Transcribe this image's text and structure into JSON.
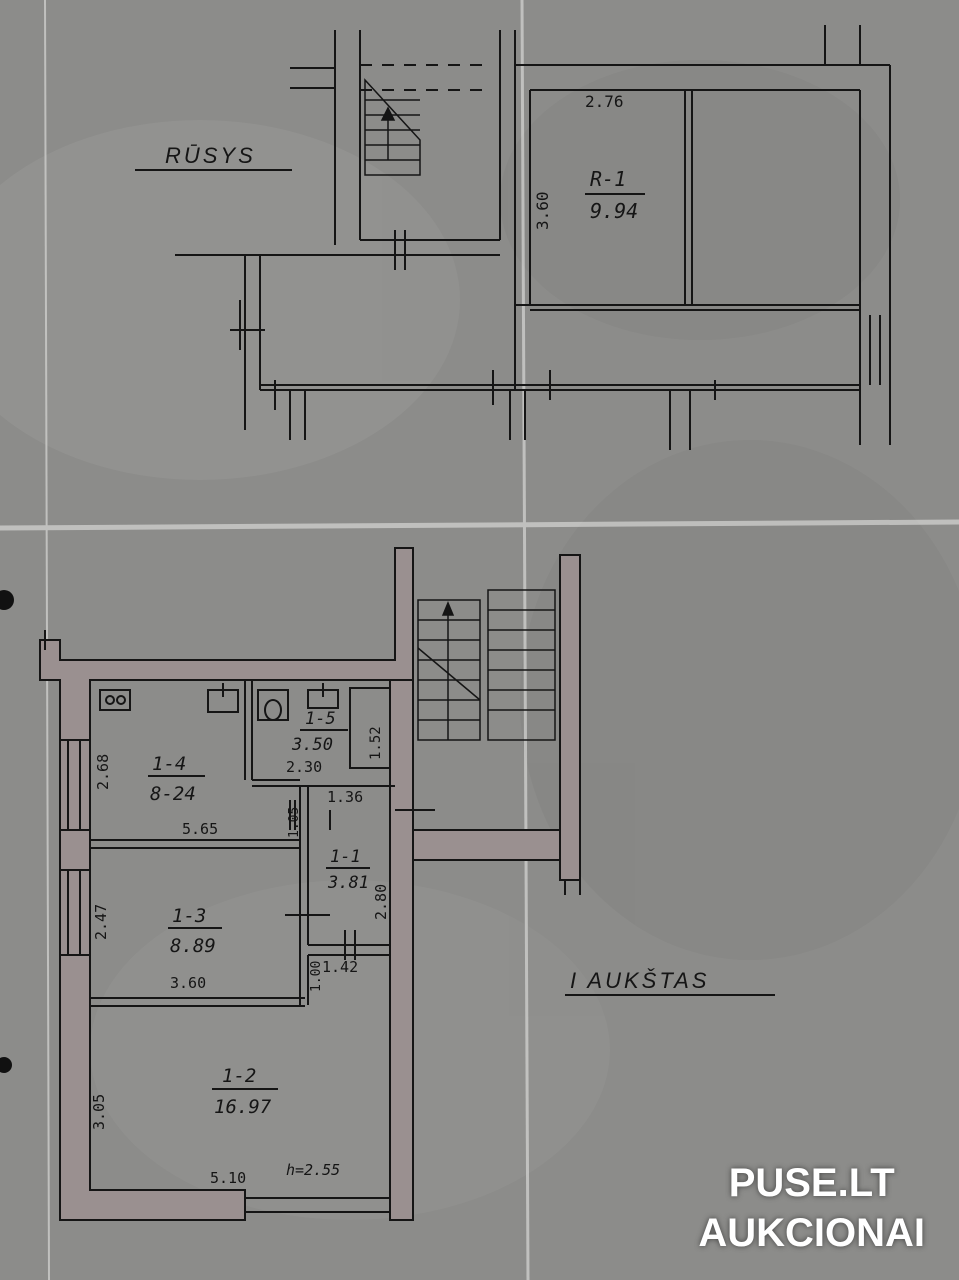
{
  "basement": {
    "title": "RŪSYS",
    "room": {
      "id": "R-1",
      "area": "9.94"
    },
    "dims": {
      "width": "2.76",
      "height": "3.60"
    }
  },
  "first_floor": {
    "title": "I AUKŠTAS",
    "rooms": [
      {
        "id": "1-4",
        "area": "8-24"
      },
      {
        "id": "1-5",
        "area": "3.50"
      },
      {
        "id": "1-1",
        "area": "3.81"
      },
      {
        "id": "1-3",
        "area": "8.89"
      },
      {
        "id": "1-2",
        "area": "16.97"
      }
    ],
    "dims": {
      "d_268": "2.68",
      "d_565": "5.65",
      "d_152": "1.52",
      "d_230": "2.30",
      "d_136": "1.36",
      "d_105": "1.05",
      "d_280": "2.80",
      "d_247": "2.47",
      "d_360": "3.60",
      "d_100": "1.00",
      "d_142": "1.42",
      "d_305": "3.05",
      "d_510": "5.10",
      "ceiling": "h=2.55"
    }
  },
  "watermark": {
    "line1": "PUSE.LT",
    "line2": "AUKCIONAI"
  },
  "colors": {
    "paper": "#8c8c8a",
    "ink": "#151515",
    "wall_fill": "#9a9090"
  }
}
